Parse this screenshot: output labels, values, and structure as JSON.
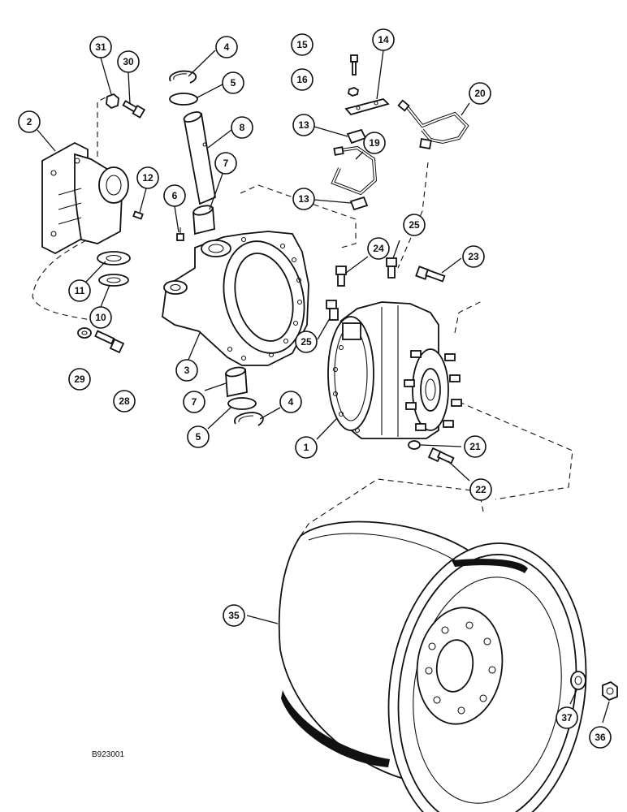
{
  "figure_code": "B923001",
  "callouts": [
    {
      "id": "c31",
      "label": "31"
    },
    {
      "id": "c30",
      "label": "30"
    },
    {
      "id": "c2",
      "label": "2"
    },
    {
      "id": "c4a",
      "label": "4"
    },
    {
      "id": "c5a",
      "label": "5"
    },
    {
      "id": "c8",
      "label": "8"
    },
    {
      "id": "c12",
      "label": "12"
    },
    {
      "id": "c7a",
      "label": "7"
    },
    {
      "id": "c6",
      "label": "6"
    },
    {
      "id": "c11",
      "label": "11"
    },
    {
      "id": "c10",
      "label": "10"
    },
    {
      "id": "c29",
      "label": "29"
    },
    {
      "id": "c28",
      "label": "28"
    },
    {
      "id": "c3",
      "label": "3"
    },
    {
      "id": "c7b",
      "label": "7"
    },
    {
      "id": "c5b",
      "label": "5"
    },
    {
      "id": "c4b",
      "label": "4"
    },
    {
      "id": "c15",
      "label": "15"
    },
    {
      "id": "c14",
      "label": "14"
    },
    {
      "id": "c16",
      "label": "16"
    },
    {
      "id": "c13a",
      "label": "13"
    },
    {
      "id": "c19",
      "label": "19"
    },
    {
      "id": "c13b",
      "label": "13"
    },
    {
      "id": "c20",
      "label": "20"
    },
    {
      "id": "c25a",
      "label": "25"
    },
    {
      "id": "c24",
      "label": "24"
    },
    {
      "id": "c23",
      "label": "23"
    },
    {
      "id": "c25b",
      "label": "25"
    },
    {
      "id": "c1",
      "label": "1"
    },
    {
      "id": "c21",
      "label": "21"
    },
    {
      "id": "c22",
      "label": "22"
    },
    {
      "id": "c35",
      "label": "35"
    },
    {
      "id": "c37",
      "label": "37"
    },
    {
      "id": "c36",
      "label": "36"
    }
  ]
}
